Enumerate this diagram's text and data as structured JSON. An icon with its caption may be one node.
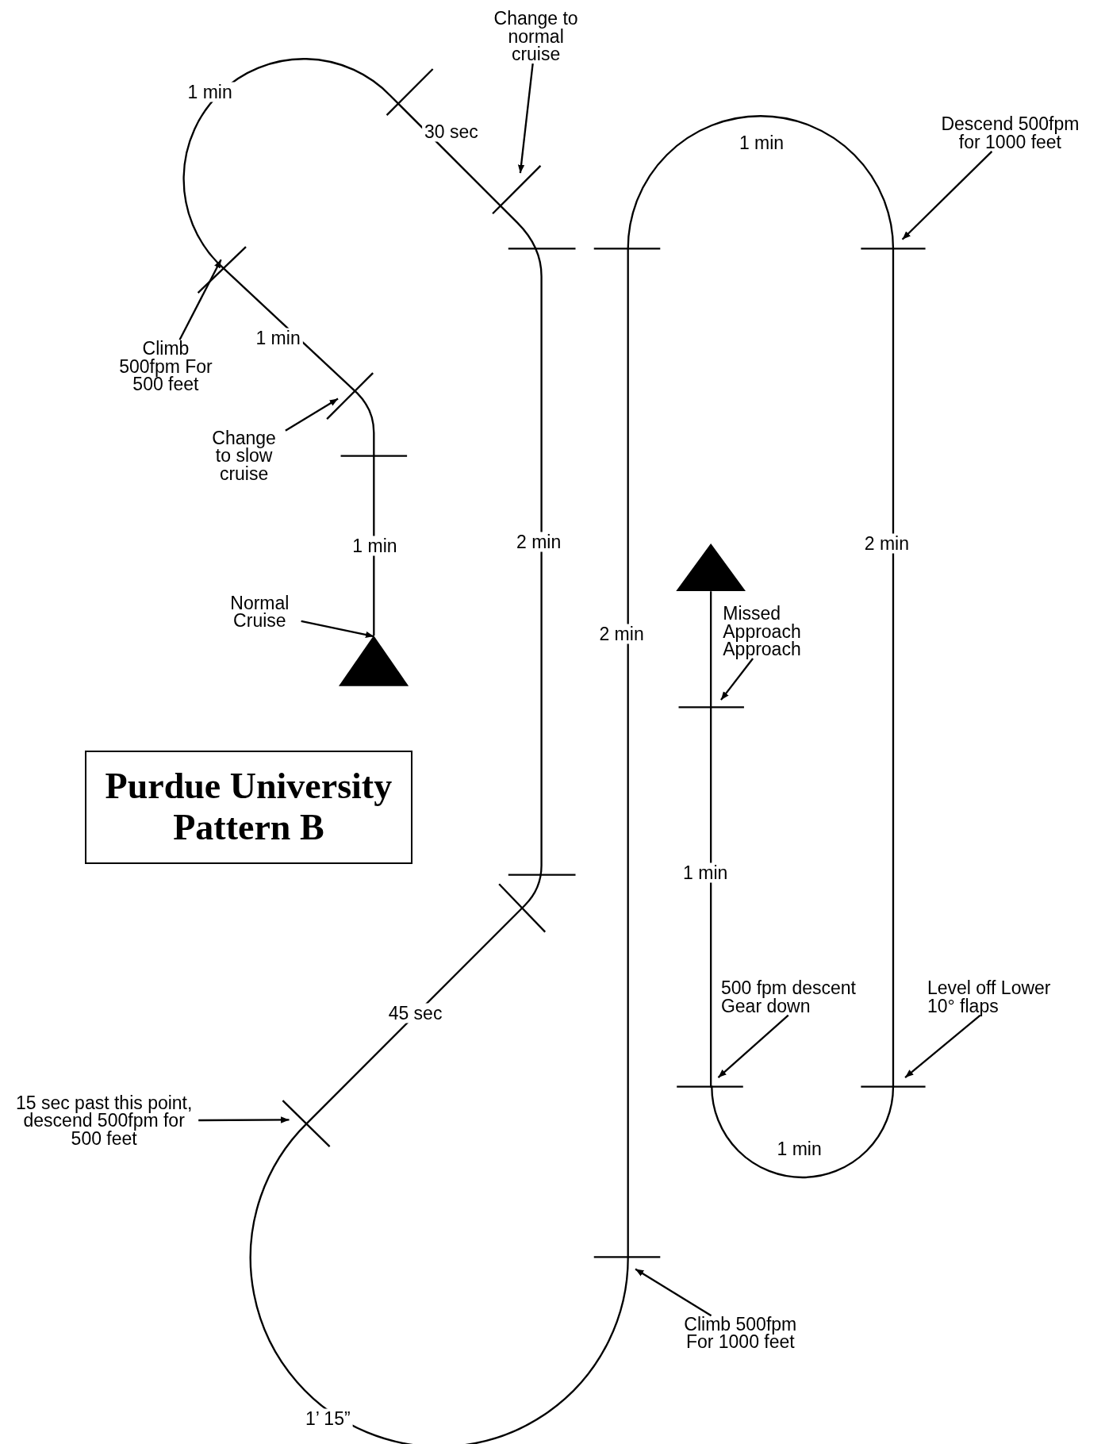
{
  "diagram": {
    "nodes": [
      {
        "text": [
          "Change to normal cruise"
        ]
      },
      {
        "text": [
          "Descend 500fpm for 1000 feet"
        ]
      },
      {
        "text": [
          "Climb 500fpm For 500 feet"
        ]
      },
      {
        "text": [
          "Change to slow cruise"
        ]
      },
      {
        "text": [],
        "shape": "triangle"
      },
      {
        "text": [
          "Normal Cruise"
        ]
      },
      {
        "text": [
          "Missed Approach Approach"
        ]
      },
      {
        "text": [],
        "shape": "triangle"
      },
      {
        "text": [
          "Purdue University Pattern B"
        ]
      },
      {
        "text": [
          "500 fpm descent Gear down"
        ]
      },
      {
        "text": [
          "Level off Lower 10° flaps"
        ]
      },
      {
        "text": [
          "15 sec past this point, descend 500fpm for 500 feet"
        ]
      },
      {
        "text": [
          "Climb 500fpm For 1000 feet"
        ]
      }
    ],
    "edges": [
      {
        "from": 0,
        "to": null,
        "arrow": "to"
      },
      {
        "from": 1,
        "to": null,
        "arrow": "to"
      },
      {
        "from": 2,
        "to": null,
        "arrow": "to"
      },
      {
        "from": 3,
        "to": null,
        "arrow": "to"
      },
      {
        "from": 5,
        "to": 7,
        "arrow": "to"
      },
      {
        "from": 6,
        "to": null,
        "arrow": "to"
      },
      {
        "from": 9,
        "to": null,
        "arrow": "to"
      },
      {
        "from": 10,
        "to": null,
        "arrow": "to"
      },
      {
        "from": 11,
        "to": null,
        "arrow": "to"
      },
      {
        "from": 12,
        "to": null,
        "arrow": "to"
      },
      {
        "from": 7,
        "to": 4,
        "arrow": "none"
      }
    ],
    "labels": [
      "1 min",
      "30 sec",
      "1 min",
      "1 min",
      "2 min",
      "2 min",
      "1 min",
      "2 min",
      "1 min",
      "45 sec",
      "1 min",
      "1’ 15”"
    ]
  }
}
